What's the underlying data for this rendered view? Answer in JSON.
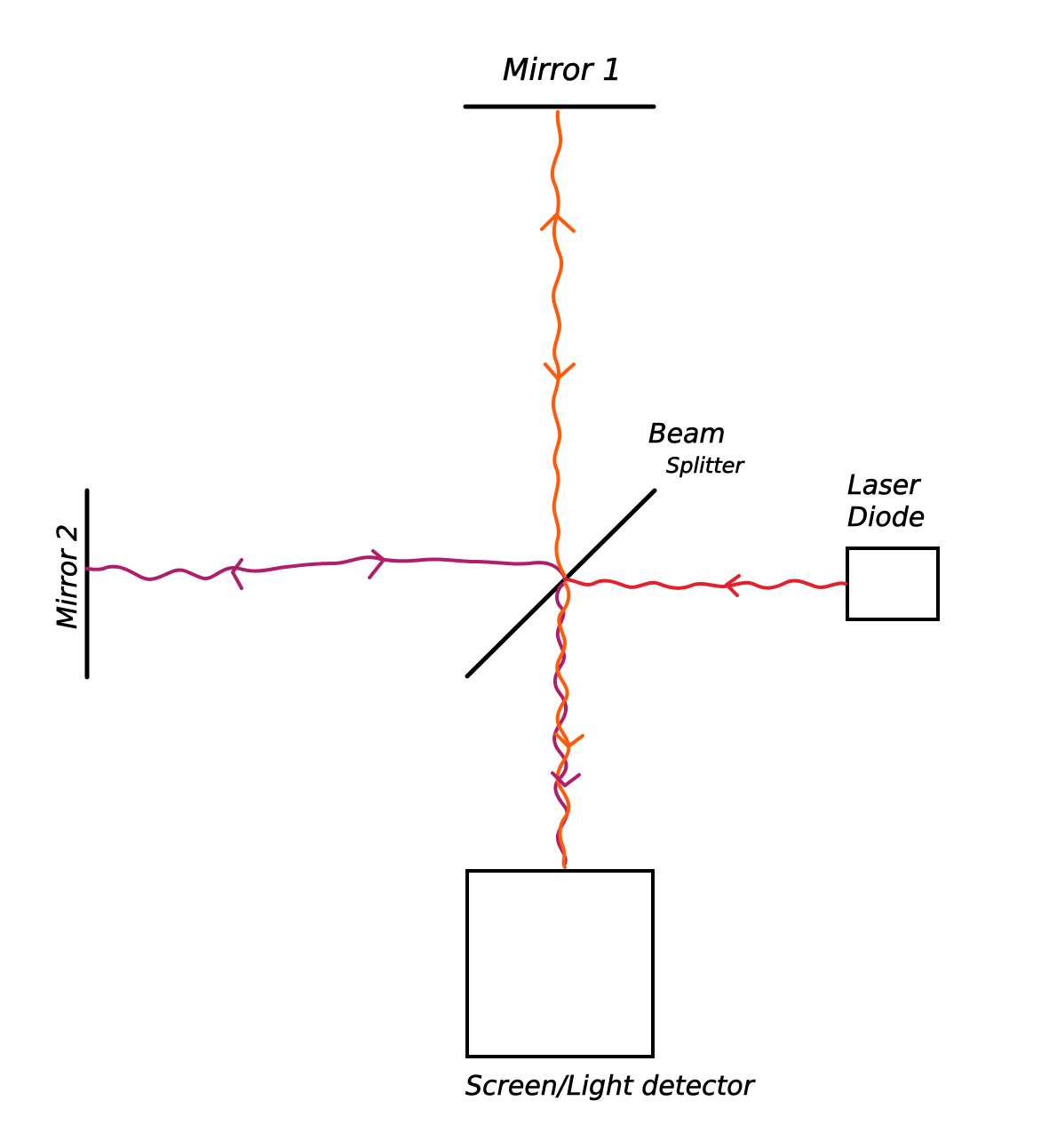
{
  "labels": {
    "mirror1": "Mirror 1",
    "mirror2": "Mirror 2",
    "beam_splitter_line1": "Beam",
    "beam_splitter_line2": "Splitter",
    "laser_line1": "Laser",
    "laser_line2": "Diode",
    "detector": "Screen/Light detector"
  },
  "colors": {
    "orange_beam": "#ff5a0a",
    "magenta_beam": "#b01e6b",
    "red_beam": "#e4212b",
    "outline": "#000000"
  }
}
